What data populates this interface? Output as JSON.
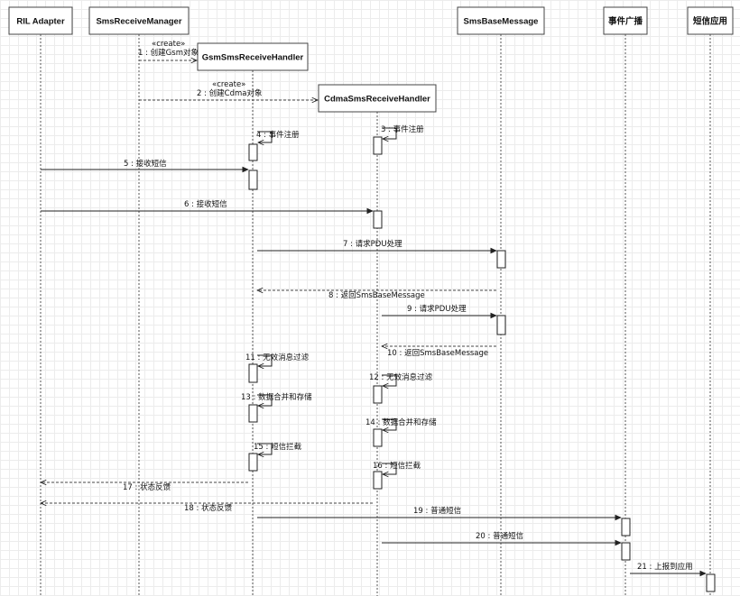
{
  "diagram": {
    "participants": [
      {
        "id": "ril",
        "label": "RIL Adapter"
      },
      {
        "id": "mgr",
        "label": "SmsReceiveManager"
      },
      {
        "id": "gsm",
        "label": "GsmSmsReceiveHandler"
      },
      {
        "id": "cdma",
        "label": "CdmaSmsReceiveHandler"
      },
      {
        "id": "base",
        "label": "SmsBaseMessage"
      },
      {
        "id": "evt",
        "label": "事件广播"
      },
      {
        "id": "app",
        "label": "短信应用"
      }
    ],
    "messages": [
      {
        "from": "mgr",
        "to": "gsm",
        "label": "1 : 创建Gsm对象",
        "stereotype": "«create»",
        "kind": "create"
      },
      {
        "from": "mgr",
        "to": "cdma",
        "label": "2 : 创建Cdma对象",
        "stereotype": "«create»",
        "kind": "create"
      },
      {
        "from": "cdma",
        "to": "cdma",
        "label": "3 : 事件注册",
        "kind": "self"
      },
      {
        "from": "gsm",
        "to": "gsm",
        "label": "4 : 事件注册",
        "kind": "self"
      },
      {
        "from": "ril",
        "to": "gsm",
        "label": "5 : 接收短信",
        "kind": "sync"
      },
      {
        "from": "ril",
        "to": "cdma",
        "label": "6 : 接收短信",
        "kind": "sync"
      },
      {
        "from": "gsm",
        "to": "base",
        "label": "7 : 请求PDU处理",
        "kind": "sync"
      },
      {
        "from": "base",
        "to": "gsm",
        "label": "8 : 返回SmsBaseMessage",
        "kind": "return"
      },
      {
        "from": "cdma",
        "to": "base",
        "label": "9 : 请求PDU处理",
        "kind": "sync"
      },
      {
        "from": "base",
        "to": "cdma",
        "label": "10 : 返回SmsBaseMessage",
        "kind": "return"
      },
      {
        "from": "gsm",
        "to": "gsm",
        "label": "11 : 无效消息过滤",
        "kind": "self"
      },
      {
        "from": "cdma",
        "to": "cdma",
        "label": "12 : 无效消息过滤",
        "kind": "self"
      },
      {
        "from": "gsm",
        "to": "gsm",
        "label": "13 : 数据合并和存储",
        "kind": "self"
      },
      {
        "from": "cdma",
        "to": "cdma",
        "label": "14 : 数据合并和存储",
        "kind": "self"
      },
      {
        "from": "gsm",
        "to": "gsm",
        "label": "15 : 短信拦截",
        "kind": "self"
      },
      {
        "from": "cdma",
        "to": "cdma",
        "label": "16 : 短信拦截",
        "kind": "self"
      },
      {
        "from": "gsm",
        "to": "ril",
        "label": "17 : 状态反馈",
        "kind": "return"
      },
      {
        "from": "cdma",
        "to": "ril",
        "label": "18 : 状态反馈",
        "kind": "return"
      },
      {
        "from": "gsm",
        "to": "evt",
        "label": "19 : 普通短信",
        "kind": "sync"
      },
      {
        "from": "cdma",
        "to": "evt",
        "label": "20 : 普通短信",
        "kind": "sync"
      },
      {
        "from": "evt",
        "to": "app",
        "label": "21 : 上报到应用",
        "kind": "sync"
      }
    ]
  }
}
